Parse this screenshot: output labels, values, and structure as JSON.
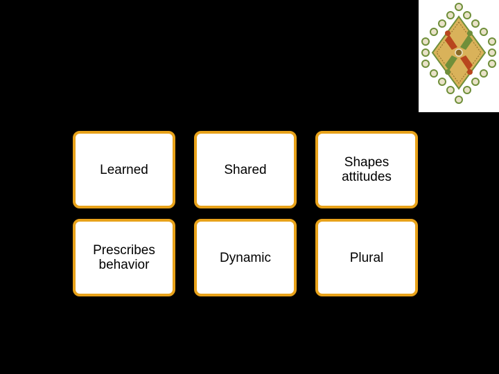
{
  "cards": [
    {
      "label": "Learned"
    },
    {
      "label": "Shared"
    },
    {
      "label": "Shapes\nattitudes"
    },
    {
      "label": "Prescribes\nbehavior"
    },
    {
      "label": "Dynamic"
    },
    {
      "label": "Plural"
    }
  ],
  "colors": {
    "background": "#000000",
    "card_fill": "#ffffff",
    "card_border": "#e8a21a",
    "text": "#000000",
    "logo_gold": "#d9b25a",
    "logo_green": "#6f8f3a",
    "logo_red": "#b8461e"
  },
  "logo": {
    "icon": "cultural-diamond-emblem-icon"
  }
}
